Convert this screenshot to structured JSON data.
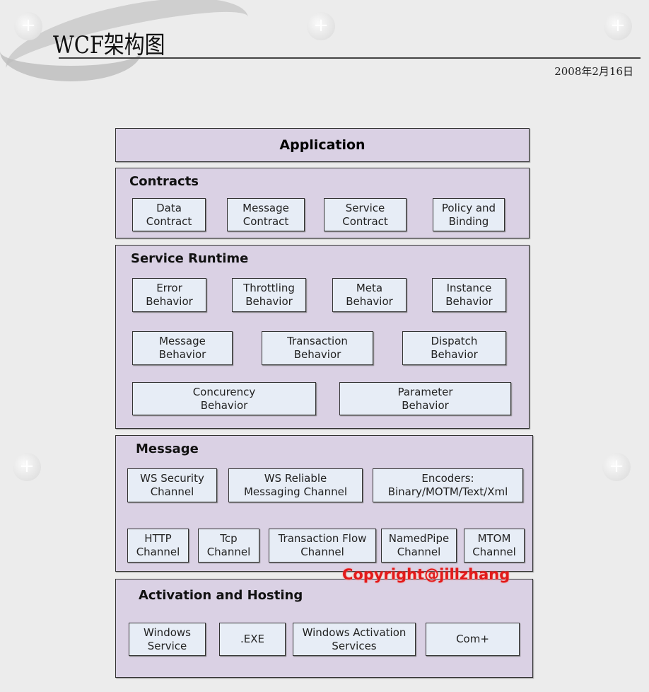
{
  "header": {
    "title": "WCF架构图",
    "date": "2008年2月16日"
  },
  "application": {
    "label": "Application"
  },
  "contracts": {
    "title": "Contracts",
    "items": [
      "Data\nContract",
      "Message\nContract",
      "Service\nContract",
      "Policy and\nBinding"
    ]
  },
  "runtime": {
    "title": "Service Runtime",
    "items": [
      "Error\nBehavior",
      "Throttling\nBehavior",
      "Meta\nBehavior",
      "Instance\nBehavior",
      "Message\nBehavior",
      "Transaction\nBehavior",
      "Dispatch\nBehavior",
      "Concurency\nBehavior",
      "Parameter\nBehavior"
    ]
  },
  "message": {
    "title": "Message",
    "items": [
      "WS Security\nChannel",
      "WS Reliable\nMessaging Channel",
      "Encoders:\nBinary/MOTM/Text/Xml",
      "HTTP\nChannel",
      "Tcp\nChannel",
      "Transaction Flow\nChannel",
      "NamedPipe\nChannel",
      "MTOM\nChannel"
    ]
  },
  "hosting": {
    "title": "Activation and Hosting",
    "items": [
      "Windows\nService",
      ".EXE",
      "Windows Activation\nServices",
      "Com+"
    ]
  },
  "copyright": "Copyright@jillzhang",
  "colors": {
    "panel": "#dad1e4",
    "box": "#e7edf6",
    "copyright": "#e21b1b"
  }
}
